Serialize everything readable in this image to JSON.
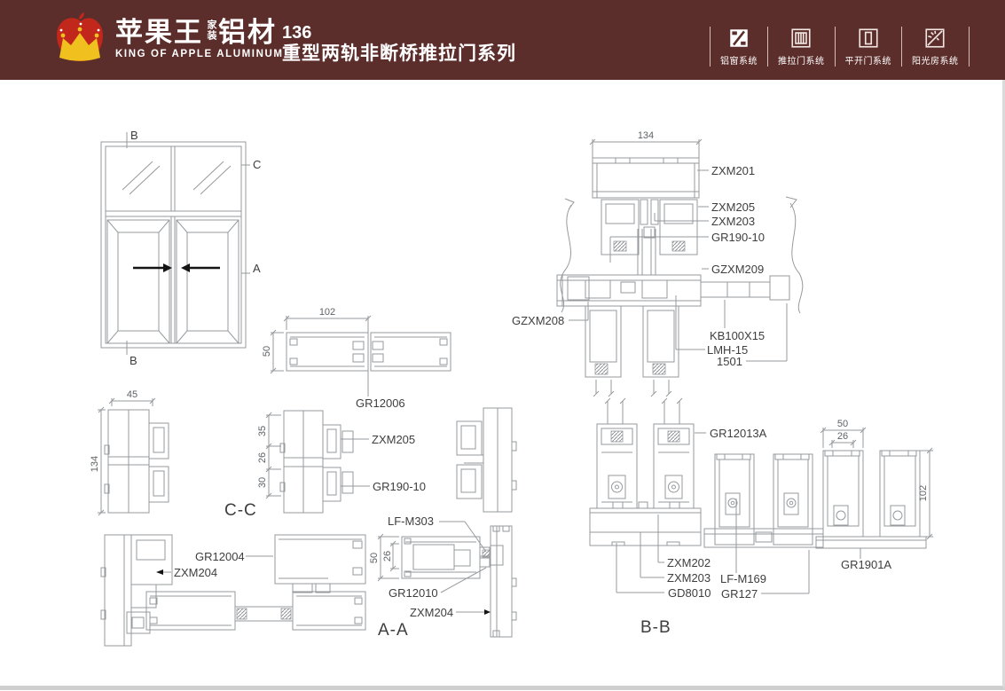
{
  "header": {
    "brand": {
      "cn_main": "苹果王",
      "cn_tag": "家装",
      "cn_suffix": "铝材",
      "en": "KING OF APPLE ALUMINUM"
    },
    "page_number": "136",
    "series_title": "重型两轨非断桥推拉门系列",
    "nav_items": [
      {
        "label": "铝窗系统",
        "icon": "window-system-icon"
      },
      {
        "label": "推拉门系统",
        "icon": "sliding-door-system-icon"
      },
      {
        "label": "平开门系统",
        "icon": "casement-door-system-icon"
      },
      {
        "label": "阳光房系统",
        "icon": "sunroom-system-icon"
      }
    ]
  },
  "drawing": {
    "elevation_markers": {
      "top": "B",
      "right_top": "C",
      "right_mid": "A",
      "bottom": "B"
    },
    "section_titles": {
      "cc": "C-C",
      "aa": "A-A",
      "bb": "B-B"
    },
    "dims": {
      "top_w": "102",
      "top_h": "50",
      "cc_w": "45",
      "cc_h": "134",
      "cc_s1": "35",
      "cc_s2": "26",
      "cc_s3": "30",
      "aa_h": "50",
      "aa_inner": "26",
      "bb_w": "134",
      "r_w": "50",
      "r_inner": "26",
      "r_h": "102"
    },
    "parts": {
      "gr12006": "GR12006",
      "zxm205_cc": "ZXM205",
      "gr190_cc": "GR190-10",
      "gr12004": "GR12004",
      "zxm204_jamb": "ZXM204",
      "lf_m303": "LF-M303",
      "gr12010": "GR12010",
      "zxm204_aa": "ZXM204",
      "zxm201": "ZXM201",
      "zxm205_bb": "ZXM205",
      "zxm203_top": "ZXM203",
      "gr190_bb": "GR190-10",
      "gzxm209": "GZXM209",
      "gzxm208": "GZXM208",
      "kb100x15": "KB100X15",
      "lmh15": "LMH-15",
      "n1501": "1501",
      "gr12013a": "GR12013A",
      "zxm202": "ZXM202",
      "zxm203_bot": "ZXM203",
      "gd8010": "GD8010",
      "lf_m169": "LF-M169",
      "gr127": "GR127",
      "gr1901a": "GR1901A"
    }
  },
  "colors": {
    "band": "#5b2e2b",
    "band_text": "#ffffff",
    "apple_red": "#c1271b",
    "crown_yellow": "#f0c11e",
    "drawing_line": "#969a9d",
    "label_text": "#3e3e3e"
  }
}
